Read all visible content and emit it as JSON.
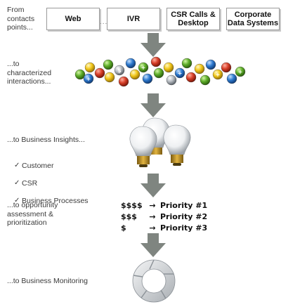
{
  "labels": {
    "from_contacts": "From\ncontacts\npoints...",
    "interactions": "...to\ncharacterized\ninteractions...",
    "insights_title": "...to Business Insights...",
    "insights_items": [
      "Customer",
      "CSR",
      "Business Processes"
    ],
    "opportunity": "...to opportunity\nassessment &\nprioritization",
    "monitoring": "...to Business Monitoring"
  },
  "sources": [
    "Web",
    "IVR",
    "CSR Calls &\nDesktop",
    "Corporate\nData Systems"
  ],
  "priorities": [
    {
      "money": "$$$$",
      "label": "Priority #1"
    },
    {
      "money": "$$$",
      "label": "Priority #2"
    },
    {
      "money": "$",
      "label": "Priority #3"
    }
  ],
  "glyphs": {
    "check": "✓",
    "arrow": "→",
    "dots": "..."
  },
  "icons": [
    "interaction-spheres-icon",
    "lightbulbs-icon",
    "monitoring-cycle-icon"
  ],
  "colors": {
    "arrow": "#7f8580",
    "border": "#9a9a9a",
    "text": "#2a2a2a"
  }
}
